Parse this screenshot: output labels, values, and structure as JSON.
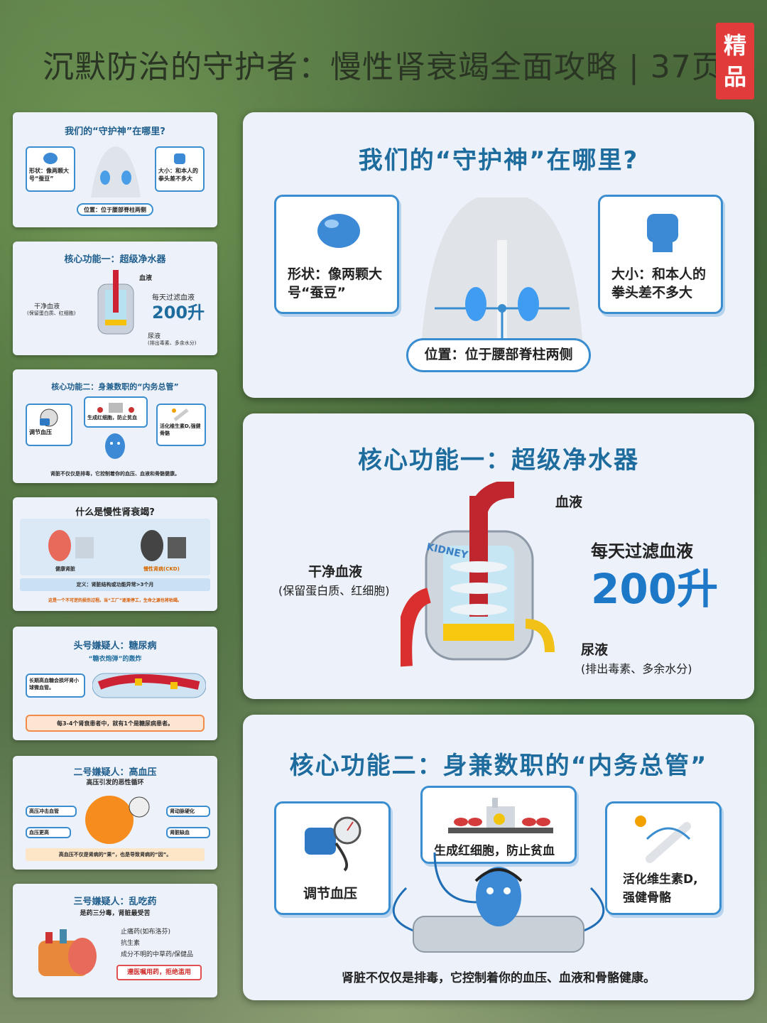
{
  "header": {
    "title": "沉默防治的守护者：慢性肾衰竭全面攻略 | 37页",
    "badge_line1": "精",
    "badge_line2": "品"
  },
  "thumbs": {
    "t1": {
      "title": "我们的“守护神”在哪里?",
      "shape": "形状：像两颗大号“蚕豆”",
      "size": "大小：和本人的拳头差不多大",
      "location": "位置：位于腰部脊柱两侧"
    },
    "t2": {
      "title": "核心功能一：超级净水器",
      "blood": "血液",
      "clean": "干净血液",
      "clean_sub": "(保留蛋白质、红细胞)",
      "daily": "每天过滤血液",
      "amount": "200升",
      "urine": "尿液",
      "urine_sub": "(排出毒素、多余水分)"
    },
    "t3": {
      "title": "核心功能二：身兼数职的“内务总管”",
      "bp": "调节血压",
      "rbc": "生成红细胞，防止贫血",
      "vitd": "活化维生素D,强健骨骼",
      "caption": "肾脏不仅仅是排毒，它控制着你的血压、血液和骨骼健康。"
    },
    "t4": {
      "title": "什么是慢性肾衰竭?",
      "healthy": "健康肾脏",
      "ckd": "慢性肾病(CKD)",
      "definition": "定义：肾脏结构或功能异常>3个月",
      "warning": "这是一个不可逆的损伤过程。当“工厂”逐渐停工，生命之源也将枯竭。"
    },
    "t5": {
      "title": "头号嫌疑人：糖尿病",
      "subtitle": "“糖衣炮弹”的轰炸",
      "box": "长期高血糖会损坏肾小球微血管。",
      "stat": "每3-4个肾衰患者中，就有1个是糖尿病患者。"
    },
    "t6": {
      "title": "二号嫌疑人：高血压",
      "subtitle": "高压引发的恶性循环",
      "b1": "高压冲击血管",
      "b2": "肾动脉硬化",
      "b3": "血压更高",
      "b4": "肾脏缺血",
      "caption": "高血压不仅是肾病的“果”，也是导致肾病的“因”。"
    },
    "t7": {
      "title": "三号嫌疑人：乱吃药",
      "subtitle": "是药三分毒，肾脏最受苦",
      "i1": "止痛药(如布洛芬)",
      "i2": "抗生素",
      "i3": "成分不明的中草药/保健品",
      "button": "遵医嘱用药，拒绝滥用"
    }
  },
  "panels": {
    "p1": {
      "title": "我们的“守护神”在哪里?",
      "shape_line1": "形状：像两颗大",
      "shape_line2": "号“蚕豆”",
      "size_line1": "大小：和本人的",
      "size_line2": "拳头差不多大",
      "location": "位置：位于腰部脊柱两侧"
    },
    "p2": {
      "title": "核心功能一：超级净水器",
      "blood": "血液",
      "kidney_label": "KIDNEY",
      "clean": "干净血液",
      "clean_sub": "(保留蛋白质、红细胞)",
      "daily": "每天过滤血液",
      "amount": "200升",
      "urine": "尿液",
      "urine_sub": "(排出毒素、多余水分)"
    },
    "p3": {
      "title": "核心功能二：身兼数职的“内务总管”",
      "bp": "调节血压",
      "rbc": "生成红细胞，防止贫血",
      "vitd_line1": "活化维生素D,",
      "vitd_line2": "强健骨骼",
      "caption": "肾脏不仅仅是排毒，它控制着你的血压、血液和骨骼健康。"
    }
  },
  "colors": {
    "accent": "#3a8ed0",
    "title_blue": "#1e6c9e",
    "badge_red": "#e23b3b",
    "panel_bg": "#edf2fa"
  },
  "icons": {
    "bean": "bean-icon",
    "fist": "fist-icon",
    "kidney": "kidney-icon",
    "gauge": "blood-pressure-gauge-icon",
    "factory": "factory-icon",
    "bone": "bone-icon",
    "sun": "sun-icon",
    "mascot": "kidney-mascot-icon"
  }
}
